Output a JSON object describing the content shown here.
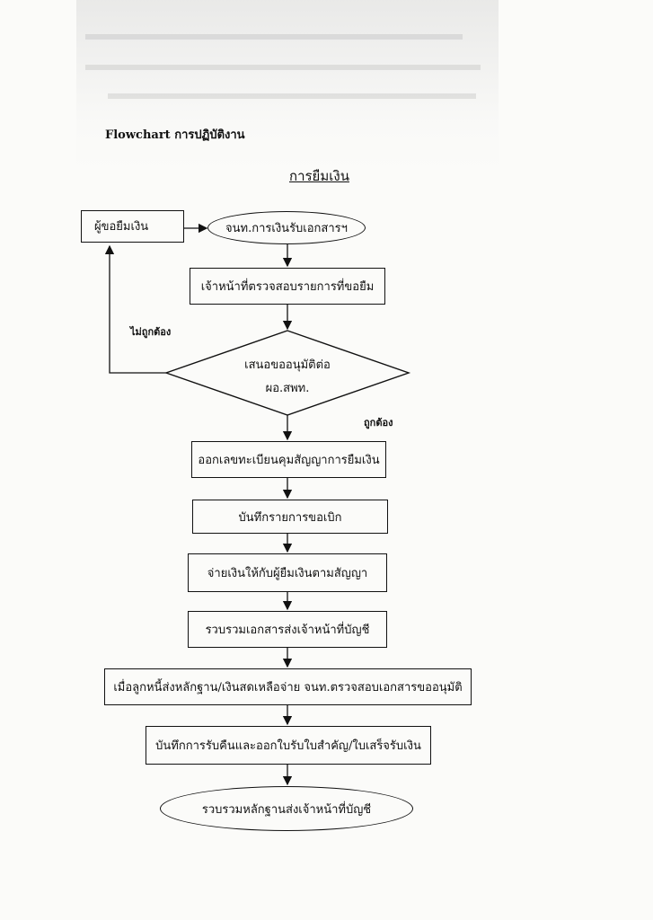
{
  "document": {
    "title": "Flowchart การปฏิบัติงาน",
    "diagram_title": "การยืมเงิน"
  },
  "nodes": {
    "borrower": "ผู้ขอยืมเงิน",
    "receive_docs": "จนท.การเงินรับเอกสารฯ",
    "check_items": "เจ้าหน้าที่ตรวจสอบรายการที่ขอยืม",
    "approval_line1": "เสนอขออนุมัติต่อ",
    "approval_line2": "ผอ.สพท.",
    "register": "ออกเลขทะเบียนคุมสัญญาการยืมเงิน",
    "record_request": "บันทึกรายการขอเบิก",
    "pay": "จ่ายเงินให้กับผู้ยืมเงินตามสัญญา",
    "send_accounting": "รวบรวมเอกสารส่งเจ้าหน้าที่บัญชี",
    "debtor_return": "เมื่อลูกหนี้ส่งหลักฐาน/เงินสดเหลือจ่าย จนท.ตรวจสอบเอกสารขออนุมัติ",
    "record_receipt": "บันทึกการรับคืนและออกใบรับใบสำคัญ/ใบเสร็จรับเงิน",
    "final": "รวบรวมหลักฐานส่งเจ้าหน้าที่บัญชี"
  },
  "edges": {
    "not_correct": "ไม่ถูกต้อง",
    "correct": "ถูกต้อง"
  }
}
